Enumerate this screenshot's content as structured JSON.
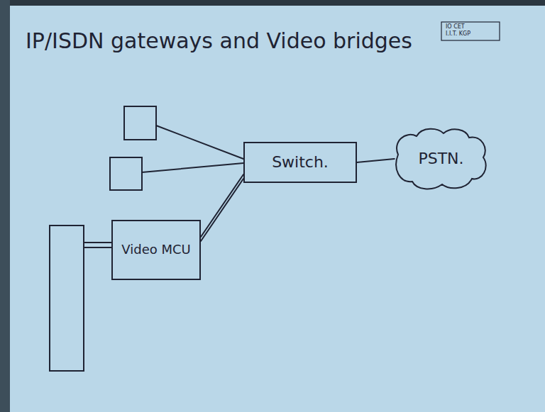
{
  "diagram": {
    "title": "IP/ISDN gateways and Video bridges",
    "nodes": [
      {
        "text": [
          "Switch."
        ]
      },
      {
        "text": [
          "PSTN."
        ]
      },
      {
        "text": [
          "Video MCU"
        ]
      }
    ],
    "edges": [
      {
        "from": 2,
        "to": 0,
        "arrow": "none"
      },
      {
        "from": 0,
        "to": 1,
        "arrow": "none"
      }
    ],
    "labels": [
      "IO CET",
      "I.I.T. KGP"
    ]
  }
}
